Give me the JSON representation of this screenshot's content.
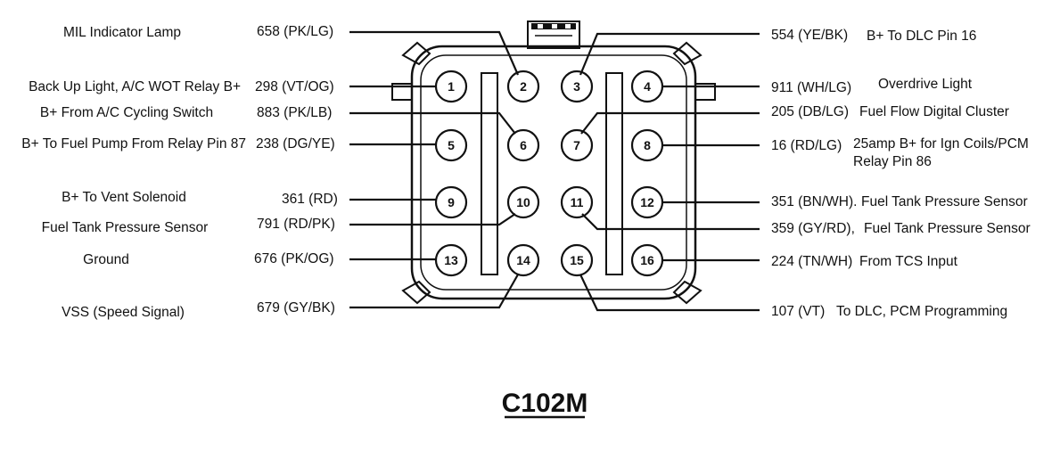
{
  "title": "C102M",
  "pins": [
    {
      "pin": "1",
      "code": "298 (VT/OG)",
      "desc": "Back Up Light, A/C WOT Relay B+"
    },
    {
      "pin": "2",
      "code": "658 (PK/LG)",
      "desc": "MIL Indicator Lamp"
    },
    {
      "pin": "3",
      "code": "554 (YE/BK)",
      "desc": "B+ To DLC Pin 16"
    },
    {
      "pin": "4",
      "code": "911 (WH/LG)",
      "desc": "Overdrive Light"
    },
    {
      "pin": "5",
      "code": "238 (DG/YE)",
      "desc": "B+ To Fuel Pump From Relay Pin 87"
    },
    {
      "pin": "6",
      "code": "883 (PK/LB)",
      "desc": "B+ From A/C Cycling Switch"
    },
    {
      "pin": "7",
      "code": "205 (DB/LG)",
      "desc": "Fuel Flow Digital Cluster"
    },
    {
      "pin": "8",
      "code": "16 (RD/LG)",
      "desc": "25amp B+ for Ign Coils/PCM",
      "desc2": "Relay Pin 86"
    },
    {
      "pin": "9",
      "code": "361 (RD)",
      "desc": "B+ To Vent Solenoid"
    },
    {
      "pin": "10",
      "code": "791 (RD/PK)",
      "desc": "Fuel Tank Pressure Sensor"
    },
    {
      "pin": "11",
      "code": "359 (GY/RD),",
      "desc": "Fuel Tank Pressure Sensor"
    },
    {
      "pin": "12",
      "code": "351 (BN/WH).",
      "desc": "Fuel Tank Pressure Sensor"
    },
    {
      "pin": "13",
      "code": "676 (PK/OG)",
      "desc": "Ground"
    },
    {
      "pin": "14",
      "code": "679 (GY/BK)",
      "desc": "VSS (Speed Signal)"
    },
    {
      "pin": "15",
      "code": "107 (VT)",
      "desc": "To DLC, PCM Programming"
    },
    {
      "pin": "16",
      "code": "224 (TN/WH)",
      "desc": "From TCS Input"
    }
  ]
}
